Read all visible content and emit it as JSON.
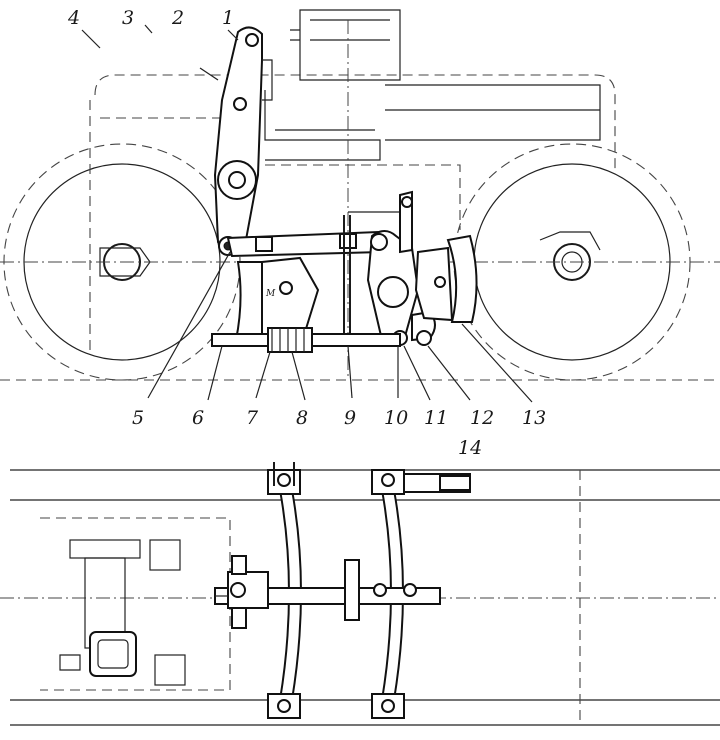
{
  "labels": {
    "top": [
      "4",
      "3",
      "2",
      "1"
    ],
    "bottom": [
      "5",
      "6",
      "7",
      "8",
      "9",
      "10",
      "11",
      "12",
      "13",
      "14"
    ]
  }
}
